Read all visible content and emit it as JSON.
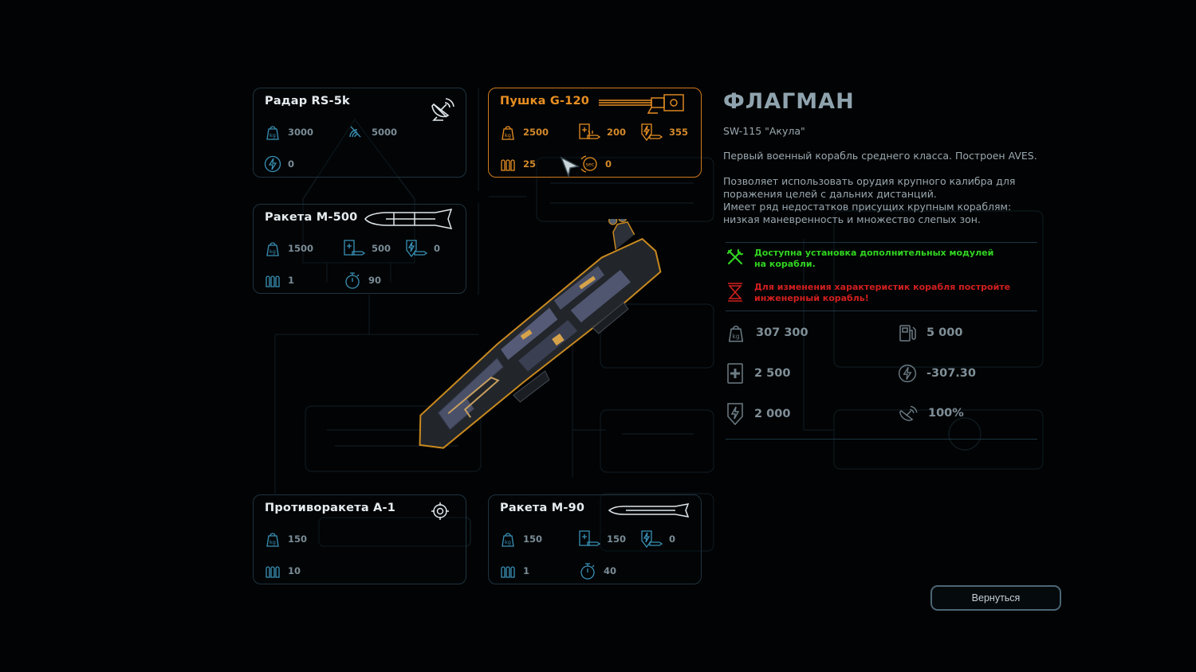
{
  "modules": [
    {
      "name": "Радар RS-5k",
      "stats": {
        "weight": "3000",
        "range": "5000",
        "energy": "0"
      }
    },
    {
      "name": "Пушка G-120",
      "stats": {
        "weight": "2500",
        "damage": "200",
        "shield_damage": "355",
        "ammo": "25",
        "reload": "0"
      }
    },
    {
      "name": "Ракета M-500",
      "stats": {
        "weight": "1500",
        "damage": "500",
        "shield_damage": "0",
        "ammo": "1",
        "reload": "90"
      }
    },
    {
      "name": "Противоракета A-1",
      "stats": {
        "weight": "150",
        "ammo": "10"
      }
    },
    {
      "name": "Ракета M-90",
      "stats": {
        "weight": "150",
        "damage": "150",
        "shield_damage": "0",
        "ammo": "1",
        "reload": "40"
      }
    }
  ],
  "ship": {
    "class_title": "ФЛАГМАН",
    "model": "SW-115 \"Акула\"",
    "desc1": "Первый военный корабль среднего класса. Построен AVES.",
    "desc2_lines": [
      "Позволяет использовать орудия крупного калибра для",
      "поражения целей с дальних дистанций.",
      "Имеет ряд недостатков присущих крупным кораблям:",
      "низкая маневренность и множество слепых зон."
    ],
    "notice_ok_lines": [
      "Доступна установка дополнительных модулей",
      "на корабли."
    ],
    "notice_warn_lines": [
      "Для изменения характеристик корабля постройте",
      "инженерный корабль!"
    ],
    "stats": {
      "mass": "307 300",
      "fuel": "5 000",
      "hull": "2 500",
      "energy": "-307.30",
      "shield": "2 000",
      "radar": "100%"
    }
  },
  "colors": {
    "accent_orange": "#e98f22",
    "ok_green": "#31d421",
    "warn_red": "#d21f1f",
    "icon_teal": "#3a91b5"
  },
  "buttons": {
    "back": "Вернуться"
  }
}
